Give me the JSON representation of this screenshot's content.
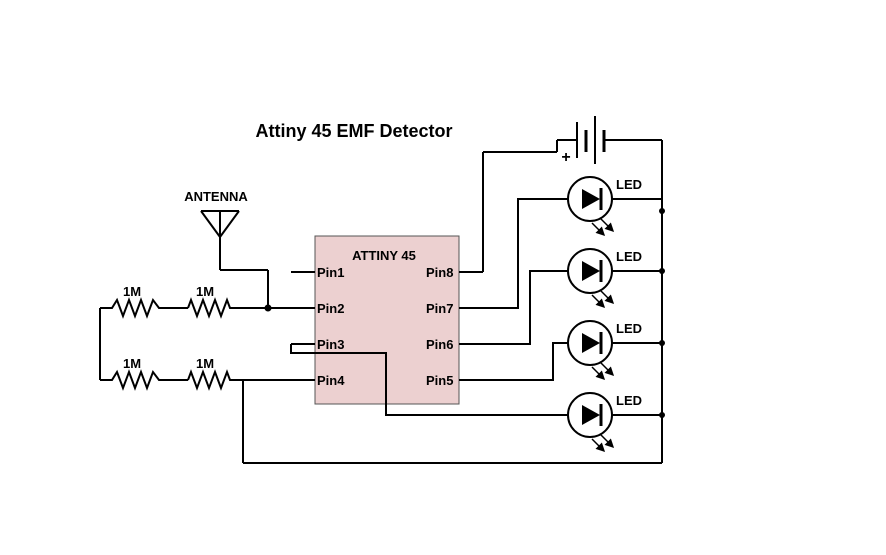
{
  "title": "Attiny 45 EMF Detector",
  "chip": {
    "label": "ATTINY 45",
    "fill_color": "#ecd0d0",
    "pins_left": [
      "Pin1",
      "Pin2",
      "Pin3",
      "Pin4"
    ],
    "pins_right": [
      "Pin8",
      "Pin7",
      "Pin6",
      "Pin5"
    ]
  },
  "antenna": {
    "label": "ANTENNA"
  },
  "resistors": [
    "1M",
    "1M",
    "1M",
    "1M"
  ],
  "leds": [
    "LED",
    "LED",
    "LED",
    "LED"
  ],
  "battery": {
    "polarity": "+"
  },
  "colors": {
    "wire": "#000000",
    "background": "#ffffff"
  }
}
